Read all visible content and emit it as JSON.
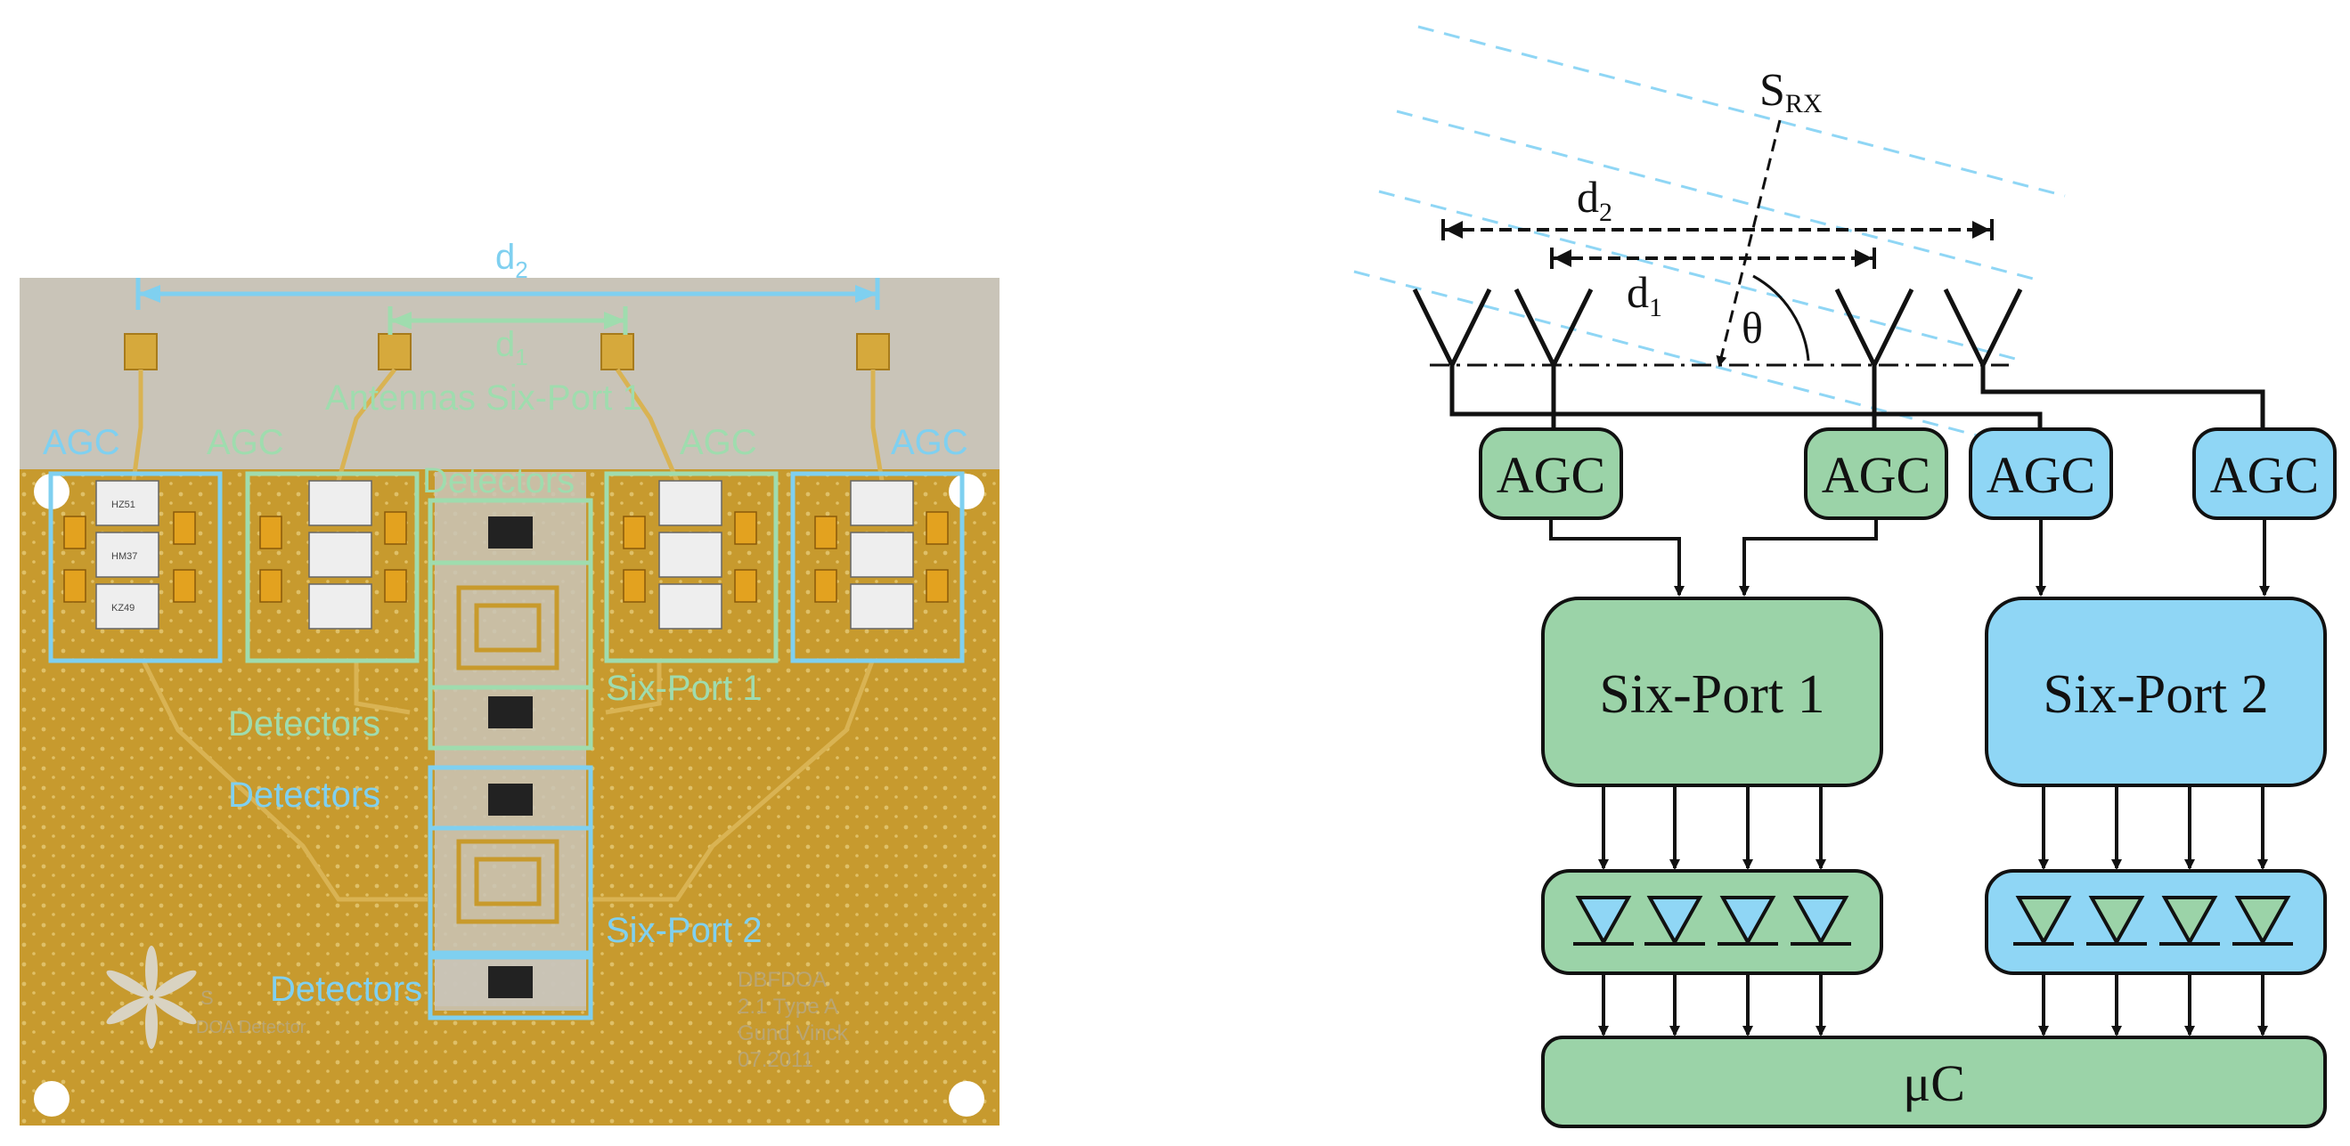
{
  "photo": {
    "d2_label": "d",
    "d2_sub": "2",
    "d1_label": "d",
    "d1_sub": "1",
    "antennas_label": "Antennas Six-Port 1",
    "agc_labels": [
      "AGC",
      "AGC",
      "AGC",
      "AGC"
    ],
    "detectors_top_label": "Detectors",
    "sixport1_label": "Six-Port 1",
    "detectors_mid1_label": "Detectors",
    "detectors_mid2_label": "Detectors",
    "sixport2_label": "Six-Port 2",
    "detectors_bottom_label": "Detectors",
    "silk_left_1": "S",
    "silk_left_2": "DOA Detector",
    "silk_right_1": "DBFDOA",
    "silk_right_2": "2.1 Type A",
    "silk_right_3": "Gund  Vinck",
    "silk_right_4": "07.2011",
    "chip_marks": [
      "HZ51",
      "HM37",
      "KZ49"
    ]
  },
  "block": {
    "srx_main": "S",
    "srx_sub": "RX",
    "d2_main": "d",
    "d2_sub": "2",
    "d1_main": "d",
    "d1_sub": "1",
    "theta": "θ",
    "agc_labels": [
      "AGC",
      "AGC",
      "AGC",
      "AGC"
    ],
    "sixport1": "Six-Port 1",
    "sixport2": "Six-Port 2",
    "uc": "μC"
  },
  "colors": {
    "green_fill": "#9bd3a8",
    "blue_fill": "#8fd6f5",
    "green_overlay": "#9fdcae",
    "blue_overlay": "#7fd0f0",
    "board_gold": "#c9a036",
    "substrate": "#c9c4b8"
  }
}
